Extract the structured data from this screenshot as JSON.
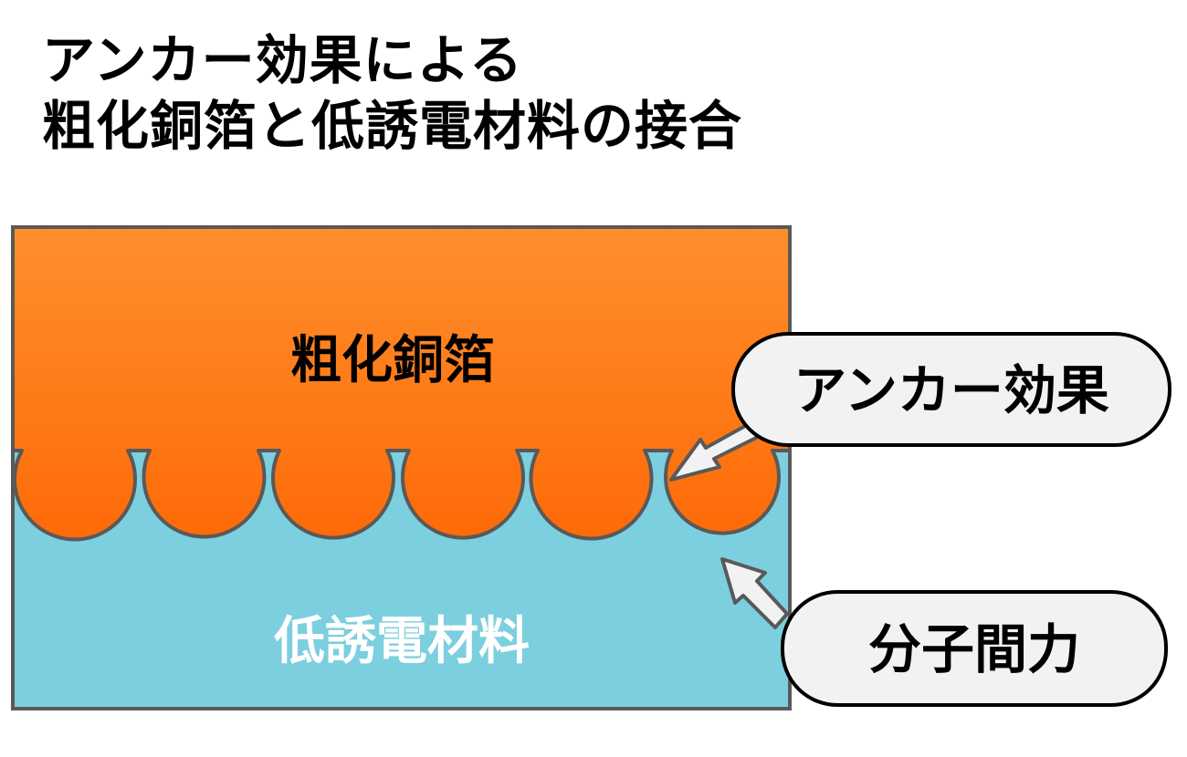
{
  "title": {
    "line1": "アンカー効果による",
    "line2": "粗化銅箔と低誘電材料の接合"
  },
  "layers": {
    "copper_label": "粗化銅箔",
    "dielectric_label": "低誘電材料"
  },
  "callouts": {
    "anchor_effect": "アンカー効果",
    "intermolecular_force": "分子間力"
  },
  "colors": {
    "copper_top": "#fe8f2c",
    "copper_bottom": "#fe6a08",
    "dielectric": "#7ccfde",
    "outline": "#595959",
    "callout_fill": "#f2f2f2",
    "dielectric_text": "#ffffff"
  }
}
